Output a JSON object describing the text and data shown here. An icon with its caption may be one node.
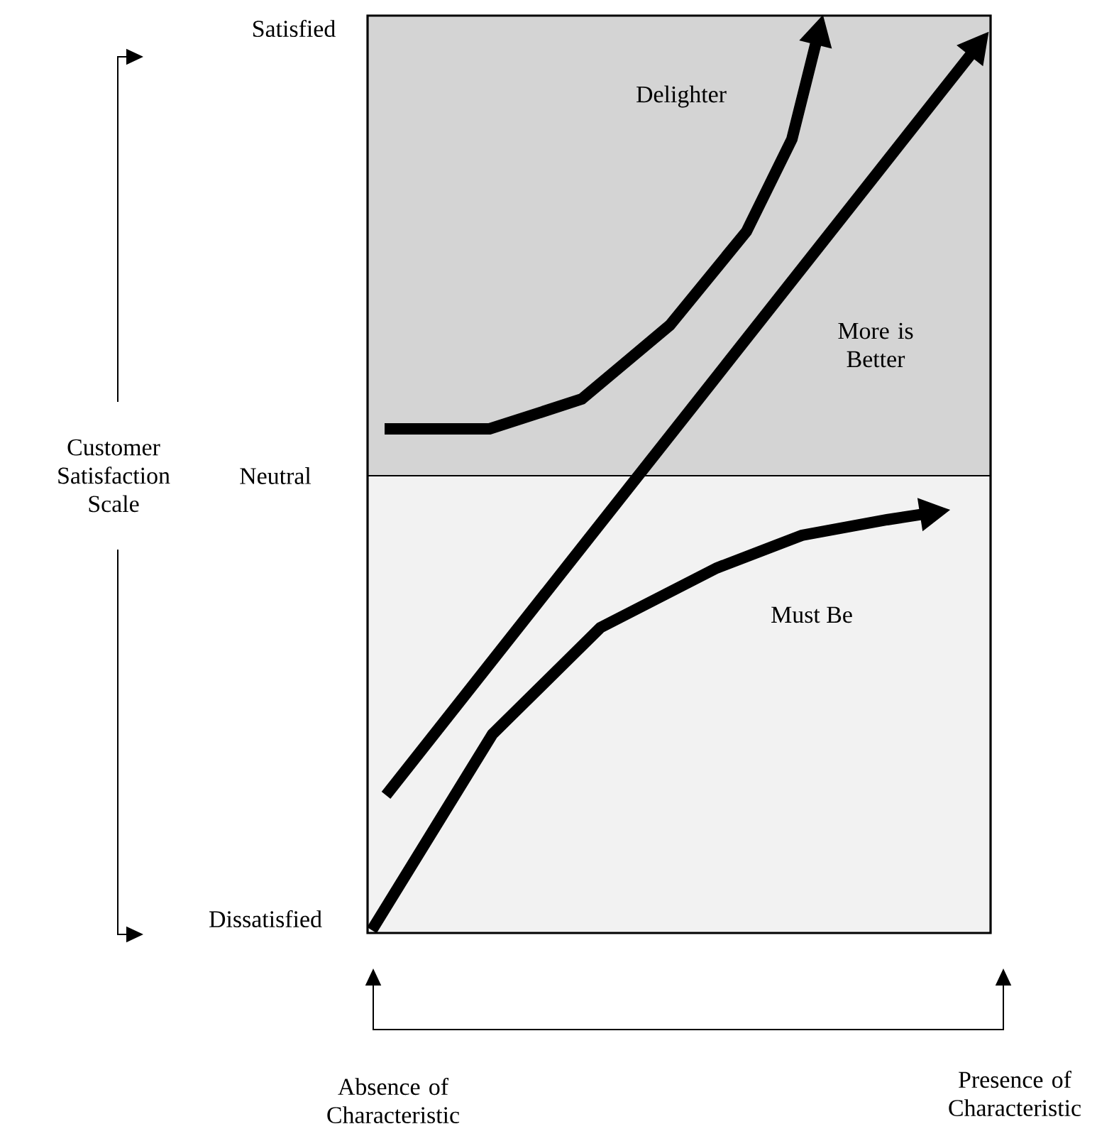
{
  "diagram": {
    "labels": [
      "Satisfied",
      "Customer Satisfaction Scale",
      "Neutral",
      "Dissatisfied",
      "Delighter",
      "More is Better",
      "Must Be",
      "Absence of Characteristic",
      "Presence of Characteristic"
    ]
  }
}
